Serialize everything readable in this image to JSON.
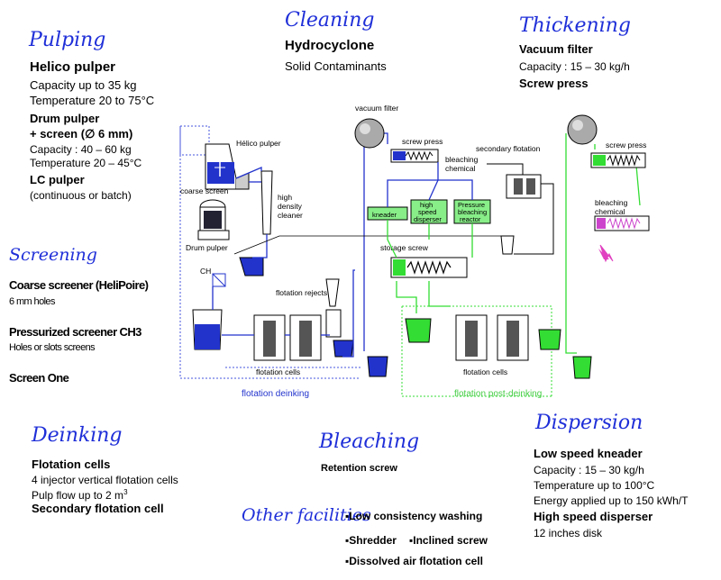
{
  "pulping": {
    "heading": "Pulping",
    "helico_title": "Helico pulper",
    "helico_capacity": "Capacity up to 35 kg",
    "helico_temp": "Temperature  20 to 75°C",
    "drum_title_1": "Drum pulper",
    "drum_title_2": "+ screen (∅ 6 mm)",
    "drum_capacity": "Capacity : 40 – 60 kg",
    "drum_temp": "Temperature 20 – 45°C",
    "lc_title": "LC pulper",
    "lc_note": "(continuous or batch)"
  },
  "cleaning": {
    "heading": "Cleaning",
    "title": "Hydrocyclone",
    "subtitle": "Solid Contaminants"
  },
  "thickening": {
    "heading": "Thickening",
    "vacuum_title": "Vacuum filter",
    "vacuum_capacity": "Capacity : 15 – 30 kg/h",
    "screw_title": "Screw press"
  },
  "screening": {
    "heading": "Screening",
    "coarse_title": "Coarse screener (HeliPoire)",
    "coarse_note": "6 mm holes",
    "pressurized_title": "Pressurized screener CH3",
    "pressurized_note": "Holes or slots screens",
    "screen_one": "Screen One"
  },
  "deinking": {
    "heading": "Deinking",
    "title": "Flotation cells",
    "line1": "4 injector vertical flotation cells",
    "line2_prefix": "Pulp flow up to 2 m",
    "line2_sup": "3",
    "secondary": "Secondary flotation cell"
  },
  "bleaching": {
    "heading": "Bleaching",
    "retention": "Retention screw"
  },
  "dispersion": {
    "heading": "Dispersion",
    "low_title": "Low speed kneader",
    "low_capacity": "Capacity : 15 – 30 kg/h",
    "low_temp": "Temperature up to 100°C",
    "low_energy": "Energy applied up to 150 kWh/T",
    "high_title": "High speed disperser",
    "high_disk": "12 inches disk"
  },
  "other": {
    "heading": "Other facilities",
    "items": [
      "Low consistency washing",
      "Shredder",
      "Inclined screw",
      "Dissolved air flotation cell"
    ]
  },
  "diagram": {
    "helico_pulper": "Hélico pulper",
    "coarse_screen": "coarse screen",
    "high_density_cleaner_1": "high",
    "high_density_cleaner_2": "density",
    "high_density_cleaner_3": "cleaner",
    "drum_pulper": "Drum pulper",
    "ch": "CH",
    "flotation_rejects": "flotation rejects",
    "flotation_cells_left": "flotation cells",
    "flotation_deinking": "flotation deinking",
    "vacuum_filter": "vacuum filter",
    "screw_press": "screw press",
    "bleaching_chemical_1": "bleaching",
    "bleaching_chemical_2": "chemical",
    "secondary_flotation": "secondary flotation",
    "kneader": "kneader",
    "hs_disperser_1": "high",
    "hs_disperser_2": "speed",
    "hs_disperser_3": "disperser",
    "pb_reactor_1": "Pressure",
    "pb_reactor_2": "bleaching",
    "pb_reactor_3": "reactor",
    "storage_screw": "storage screw",
    "flotation_cells_right": "flotation cells",
    "flotation_post_deinking": "flotation post-deinking",
    "screw_press_right": "screw press",
    "bleaching_chemical_r1": "bleaching",
    "bleaching_chemical_r2": "chemical"
  },
  "colors": {
    "heading": "#1f2fd8",
    "blue_flow": "#2233cc",
    "green_flow": "#33dd33"
  }
}
